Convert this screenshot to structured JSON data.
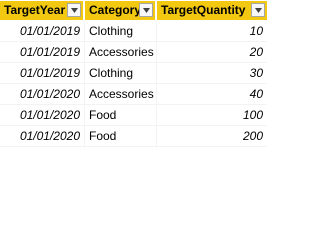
{
  "table": {
    "columns": [
      {
        "label": "TargetYear"
      },
      {
        "label": "Category"
      },
      {
        "label": "TargetQuantity"
      }
    ],
    "rows": [
      {
        "year": "01/01/2019",
        "category": "Clothing",
        "quantity": "10"
      },
      {
        "year": "01/01/2019",
        "category": "Accessories",
        "quantity": "20"
      },
      {
        "year": "01/01/2019",
        "category": "Clothing",
        "quantity": "30"
      },
      {
        "year": "01/01/2020",
        "category": "Accessories",
        "quantity": "40"
      },
      {
        "year": "01/01/2020",
        "category": "Food",
        "quantity": "100"
      },
      {
        "year": "01/01/2020",
        "category": "Food",
        "quantity": "200"
      }
    ],
    "icons": {
      "filter": "filter-dropdown-icon"
    },
    "colors": {
      "header_background": "#f2c811",
      "row_divider": "#f3f3f3"
    }
  }
}
